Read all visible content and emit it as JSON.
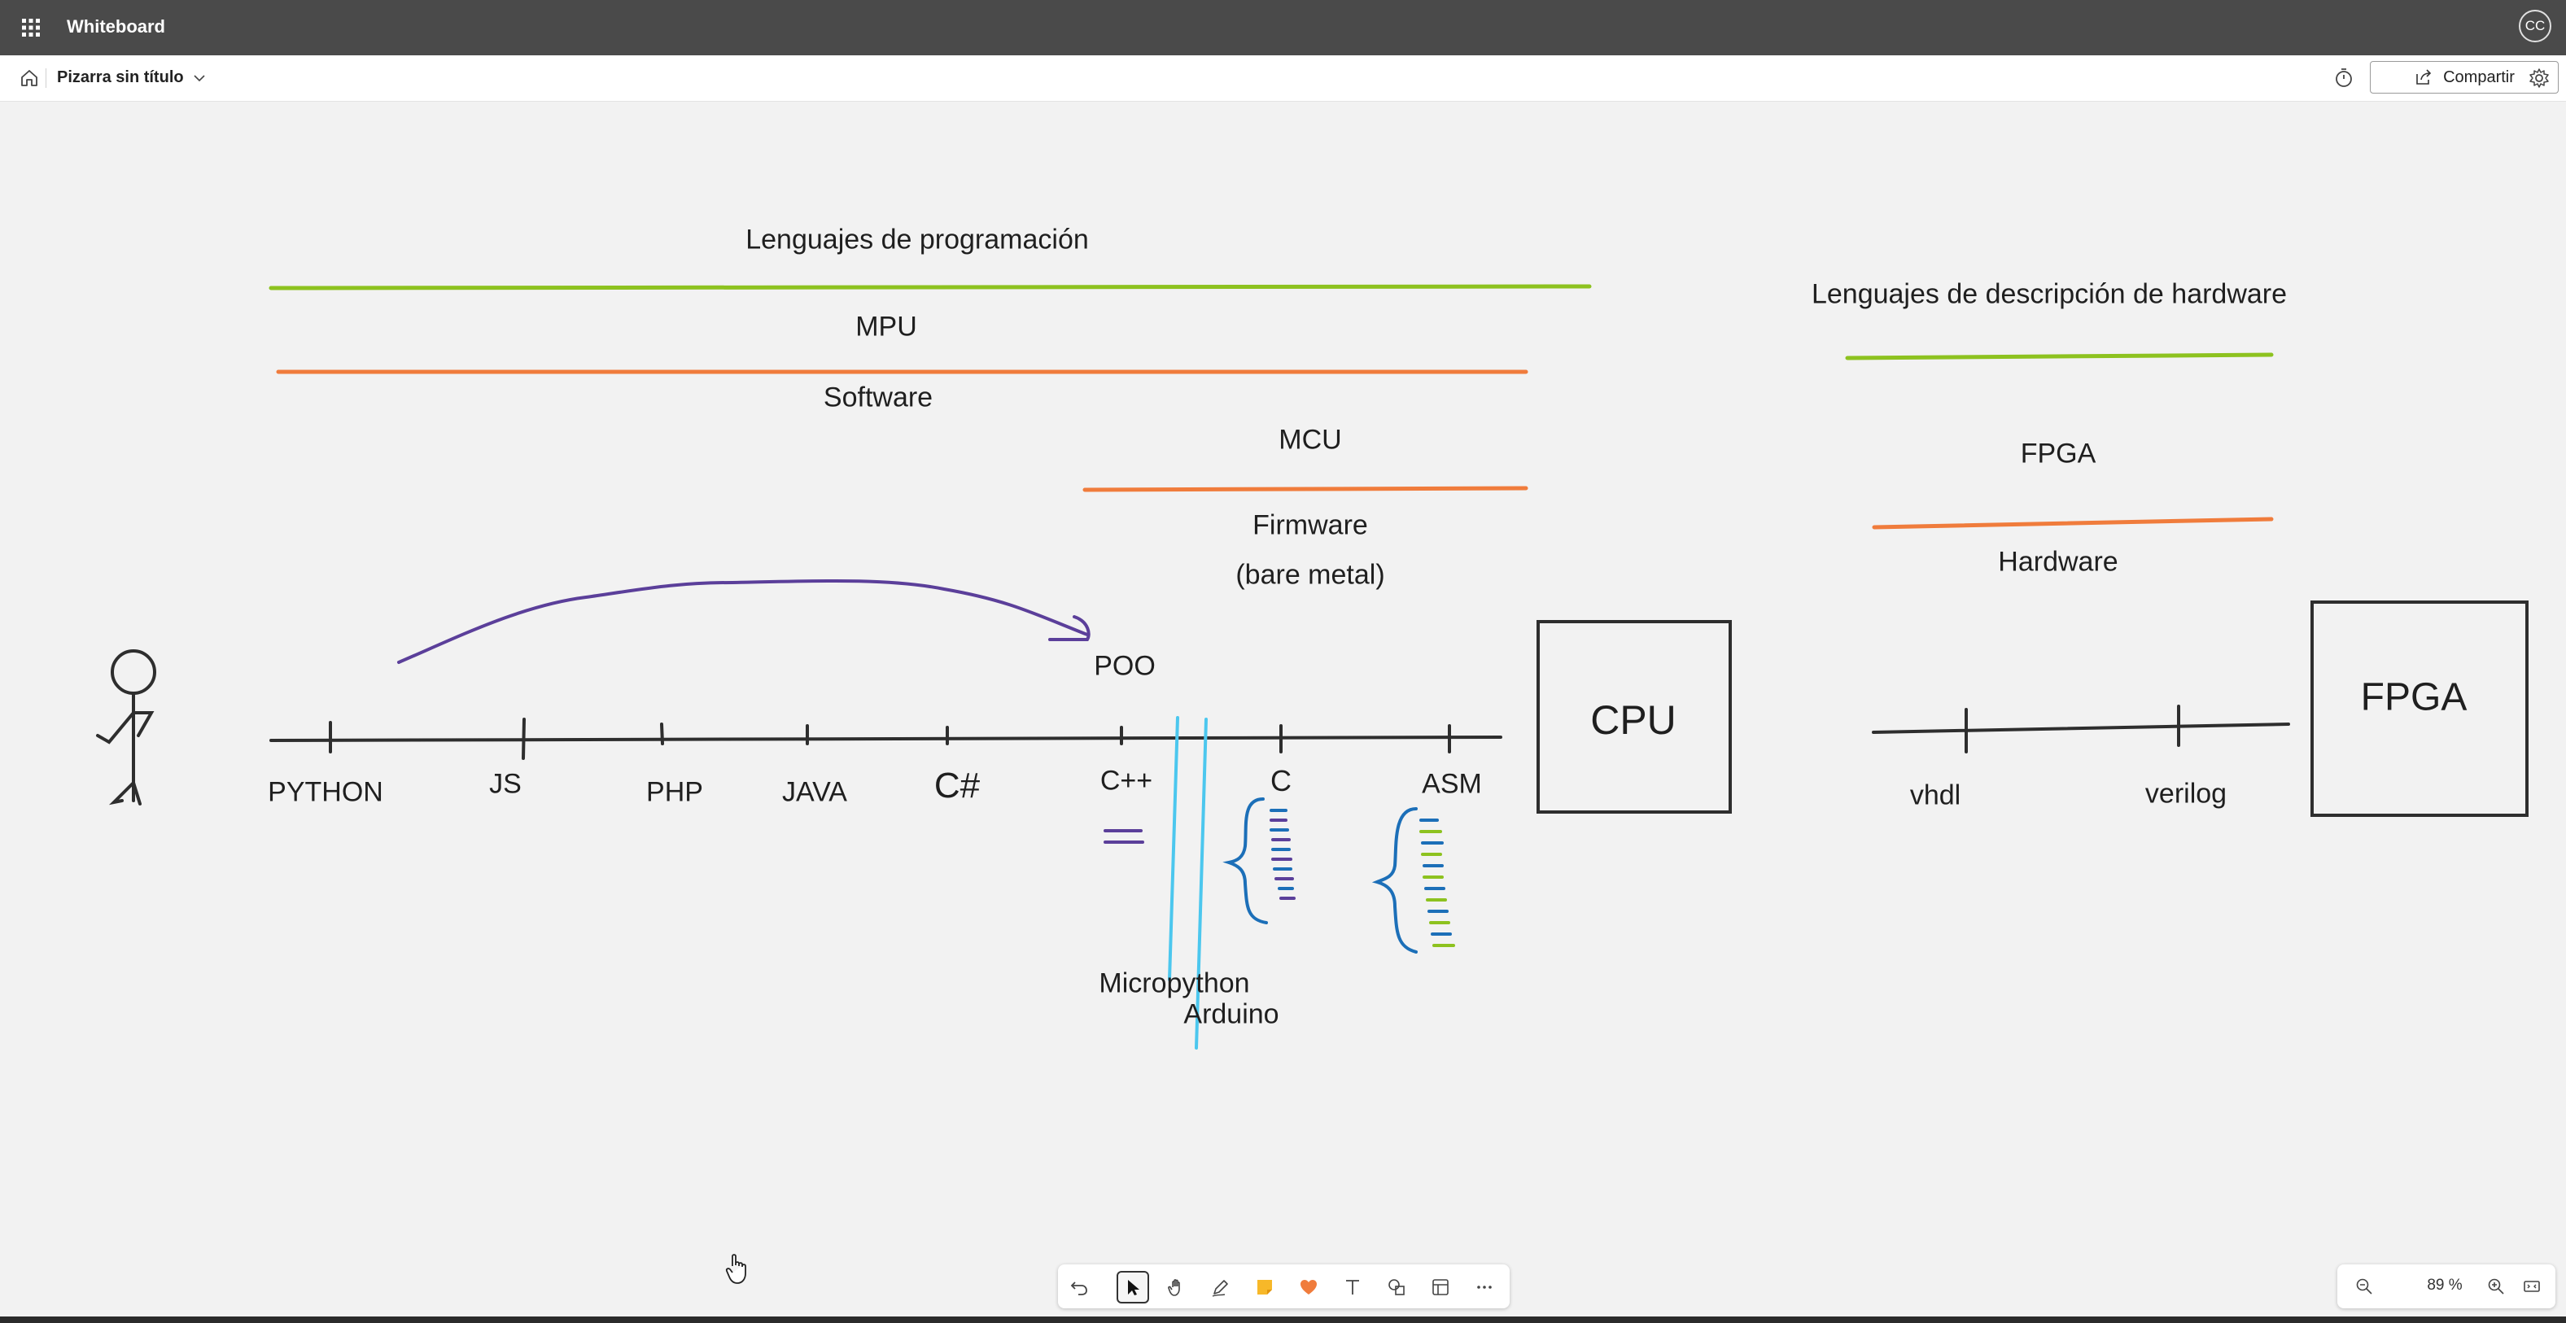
{
  "app": {
    "title": "Whiteboard",
    "avatar_initials": "CC"
  },
  "subbar": {
    "board_name": "Pizarra sin título",
    "share_label": "Compartir"
  },
  "canvas": {
    "labels": {
      "lenguajes_programacion": "Lenguajes de programación",
      "mpu": "MPU",
      "software": "Software",
      "mcu": "MCU",
      "firmware": "Firmware",
      "bare_metal": "(bare metal)",
      "poo": "POO",
      "python": "PYTHON",
      "js": "JS",
      "php": "PHP",
      "java": "JAVA",
      "csharp": "C#",
      "cpp": "C++",
      "c": "C",
      "asm": "ASM",
      "micropython": "Micropython",
      "arduino": "Arduino",
      "cpu": "CPU",
      "lenguajes_hardware": "Lenguajes de descripción de hardware",
      "fpga_label": "FPGA",
      "hardware": "Hardware",
      "vhdl": "vhdl",
      "verilog": "verilog",
      "fpga_box": "FPGA"
    },
    "colors": {
      "green": "#8dc21f",
      "orange": "#f07c3c",
      "purple": "#5b3f9a",
      "cyan": "#4cc7ee",
      "blue": "#1c6fb8",
      "ink": "#2e2e2e"
    }
  },
  "toolbar": {
    "tools": [
      "undo-icon",
      "select-icon",
      "hand-icon",
      "pen-icon",
      "sticky-note-icon",
      "reaction-icon",
      "text-icon",
      "shapes-icon",
      "template-icon",
      "more-icon"
    ]
  },
  "zoom": {
    "level": "89 %"
  }
}
